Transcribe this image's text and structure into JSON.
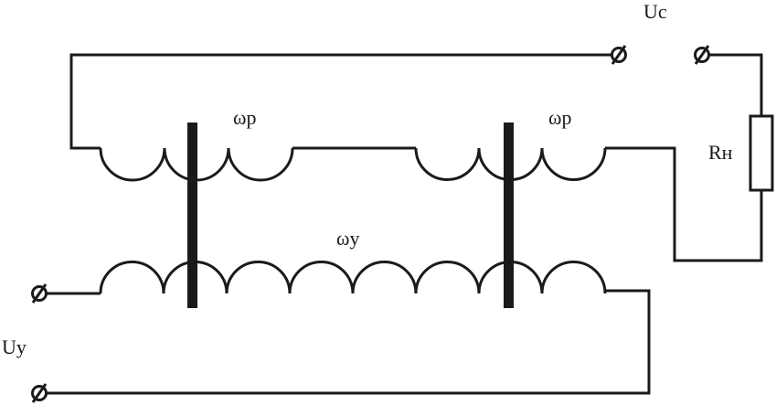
{
  "diagram": {
    "labels": {
      "u_control": "Uy",
      "u_supply": "Uc",
      "winding_working_left": "ωp",
      "winding_working_right": "ωp",
      "winding_control": "ωy",
      "load_resistor": "Rн"
    },
    "components": {
      "cores": 2,
      "terminals": 4,
      "working_winding_turns": 3,
      "control_winding_turns": 8,
      "resistor": "load"
    },
    "colors": {
      "ink": "#1a1a1a",
      "background": "#ffffff"
    }
  }
}
